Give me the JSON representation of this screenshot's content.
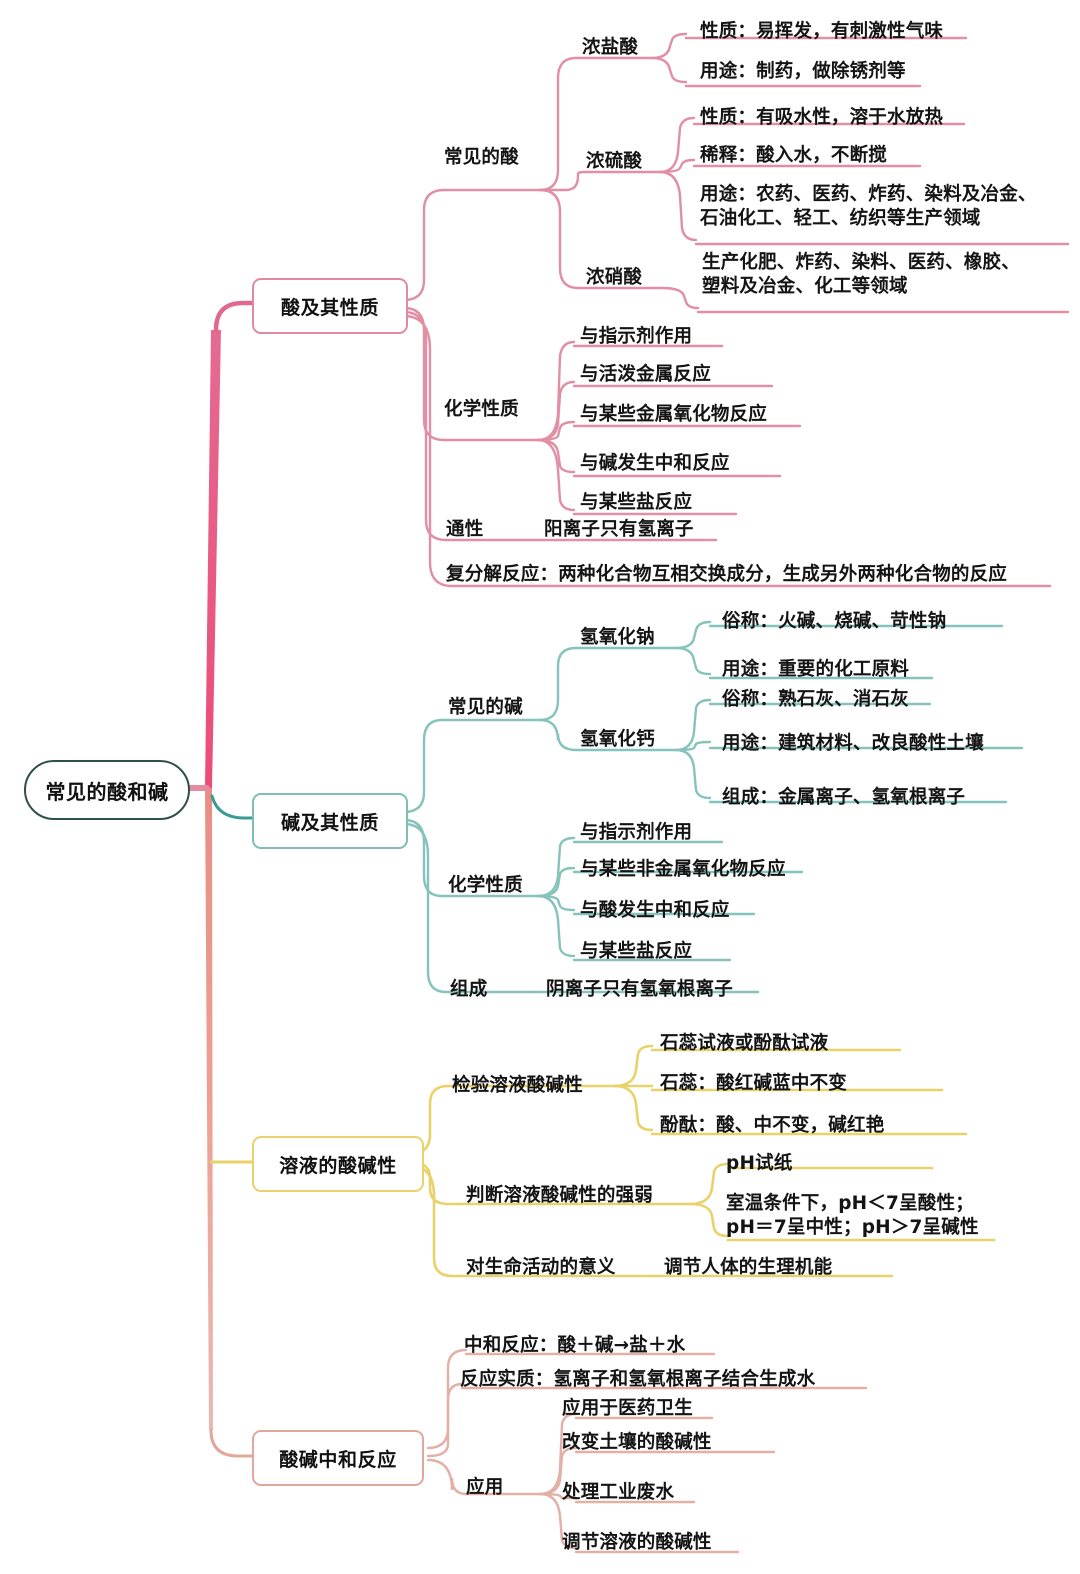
{
  "colors": {
    "acid": "#e2899f",
    "acid_strong": "#e8507c",
    "base": "#7fbdb6",
    "base_strong": "#3a9b92",
    "solution": "#e9d26a",
    "neutral": "#e2a79c",
    "root_border": "#2f4f4b",
    "text": "#141414"
  },
  "root": {
    "label": "常见的酸和碱"
  },
  "branches": [
    {
      "id": "acid",
      "label": "酸及其性质",
      "children": [
        {
          "label": "常见的酸",
          "children": [
            {
              "label": "浓盐酸",
              "children": [
                {
                  "label": "性质：易挥发，有刺激性气味"
                },
                {
                  "label": "用途：制药，做除锈剂等"
                }
              ]
            },
            {
              "label": "浓硫酸",
              "children": [
                {
                  "label": "性质：有吸水性，溶于水放热"
                },
                {
                  "label": "稀释：酸入水，不断搅"
                },
                {
                  "label": "用途：农药、医药、炸药、染料及冶金、\n石油化工、轻工、纺织等生产领域"
                }
              ]
            },
            {
              "label": "浓硝酸",
              "children": [
                {
                  "label": "生产化肥、炸药、染料、医药、橡胶、\n塑料及冶金、化工等领域"
                }
              ]
            }
          ]
        },
        {
          "label": "化学性质",
          "children": [
            {
              "label": "与指示剂作用"
            },
            {
              "label": "与活泼金属反应"
            },
            {
              "label": "与某些金属氧化物反应"
            },
            {
              "label": "与碱发生中和反应"
            },
            {
              "label": "与某些盐反应"
            }
          ]
        },
        {
          "label": "通性",
          "children": [
            {
              "label": "阳离子只有氢离子"
            }
          ]
        },
        {
          "label": "复分解反应：两种化合物互相交换成分，生成另外两种化合物的反应",
          "children": []
        }
      ]
    },
    {
      "id": "base",
      "label": "碱及其性质",
      "children": [
        {
          "label": "常见的碱",
          "children": [
            {
              "label": "氢氧化钠",
              "children": [
                {
                  "label": "俗称：火碱、烧碱、苛性钠"
                },
                {
                  "label": "用途：重要的化工原料"
                }
              ]
            },
            {
              "label": "氢氧化钙",
              "children": [
                {
                  "label": "俗称：熟石灰、消石灰"
                },
                {
                  "label": "用途：建筑材料、改良酸性土壤"
                },
                {
                  "label": "组成：金属离子、氢氧根离子"
                }
              ]
            }
          ]
        },
        {
          "label": "化学性质",
          "children": [
            {
              "label": "与指示剂作用"
            },
            {
              "label": "与某些非金属氧化物反应"
            },
            {
              "label": "与酸发生中和反应"
            },
            {
              "label": "与某些盐反应"
            }
          ]
        },
        {
          "label": "组成",
          "children": [
            {
              "label": "阴离子只有氢氧根离子"
            }
          ]
        }
      ]
    },
    {
      "id": "solution",
      "label": "溶液的酸碱性",
      "children": [
        {
          "label": "检验溶液酸碱性",
          "children": [
            {
              "label": "石蕊试液或酚酞试液"
            },
            {
              "label": "石蕊：酸红碱蓝中不变"
            },
            {
              "label": "酚酞：酸、中不变，碱红艳"
            }
          ]
        },
        {
          "label": "判断溶液酸碱性的强弱",
          "children": [
            {
              "label": "pH试纸"
            },
            {
              "label": "室温条件下，pH＜7呈酸性；\npH＝7呈中性；pH＞7呈碱性"
            }
          ]
        },
        {
          "label": "对生命活动的意义",
          "children": [
            {
              "label": "调节人体的生理机能"
            }
          ]
        }
      ]
    },
    {
      "id": "neutral",
      "label": "酸碱中和反应",
      "children": [
        {
          "label": "中和反应：酸＋碱→盐＋水",
          "children": []
        },
        {
          "label": "反应实质：氢离子和氢氧根离子结合生成水",
          "children": []
        },
        {
          "label": "应用",
          "children": [
            {
              "label": "应用于医药卫生"
            },
            {
              "label": "改变土壤的酸碱性"
            },
            {
              "label": "处理工业废水"
            },
            {
              "label": "调节溶液的酸碱性"
            }
          ]
        }
      ]
    }
  ]
}
